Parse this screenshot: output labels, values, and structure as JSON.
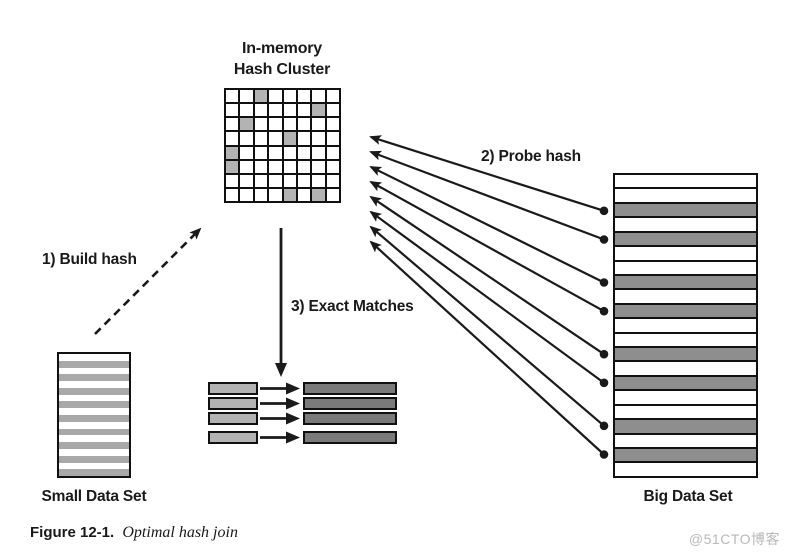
{
  "labels": {
    "cluster_title_line1": "In-memory",
    "cluster_title_line2": "Hash Cluster",
    "build_hash": "1) Build hash",
    "probe_hash": "2) Probe hash",
    "exact_matches": "3) Exact Matches",
    "small_data_set": "Small Data Set",
    "big_data_set": "Big Data Set"
  },
  "caption": {
    "figure_number": "Figure 12-1.",
    "figure_title": "Optimal hash join"
  },
  "watermark": "@51CTO博客",
  "hash_cluster": {
    "rows": 8,
    "cols": 8,
    "shaded_cells": [
      [
        0,
        2
      ],
      [
        1,
        6
      ],
      [
        2,
        1
      ],
      [
        3,
        4
      ],
      [
        4,
        0
      ],
      [
        5,
        0
      ],
      [
        7,
        4
      ],
      [
        7,
        6
      ]
    ]
  },
  "small_data_set": {
    "stripe_count": 18
  },
  "big_data_set": {
    "row_count": 21,
    "shaded_rows": [
      2,
      4,
      7,
      9,
      12,
      14,
      17,
      19
    ]
  },
  "exact_match": {
    "pair_count": 4
  },
  "probe_arrows": {
    "count": 8
  },
  "colors": {
    "line": "#1a1a1a",
    "grid_shaded": "#b3b3b3",
    "small_stripe": "#a9a9a9",
    "big_shaded": "#8e8e8e",
    "match_left": "#b3b3b3",
    "match_right": "#7a7a7a",
    "watermark": "#b9b9b9"
  }
}
